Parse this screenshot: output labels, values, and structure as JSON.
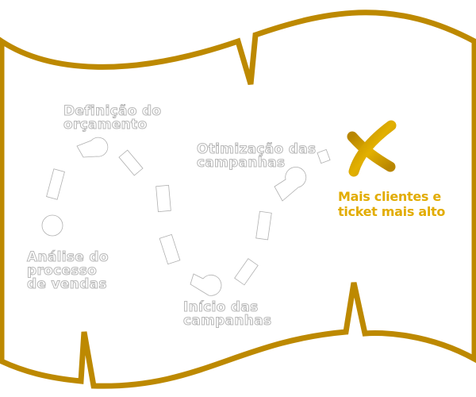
{
  "colors": {
    "border": "#BD8900",
    "goal_text": "#E2AC00",
    "outline": "#B8B8B8"
  },
  "steps": [
    {
      "line1": "Análise do",
      "line2": "processo",
      "line3": "de vendas"
    },
    {
      "line1": "Definição do",
      "line2": "orçamento"
    },
    {
      "line1": "Início das",
      "line2": "campanhas"
    },
    {
      "line1": "Otimização das",
      "line2": "campanhas"
    }
  ],
  "goal": {
    "icon": "x-mark-icon",
    "line1": "Mais clientes e",
    "line2": "ticket mais alto"
  }
}
